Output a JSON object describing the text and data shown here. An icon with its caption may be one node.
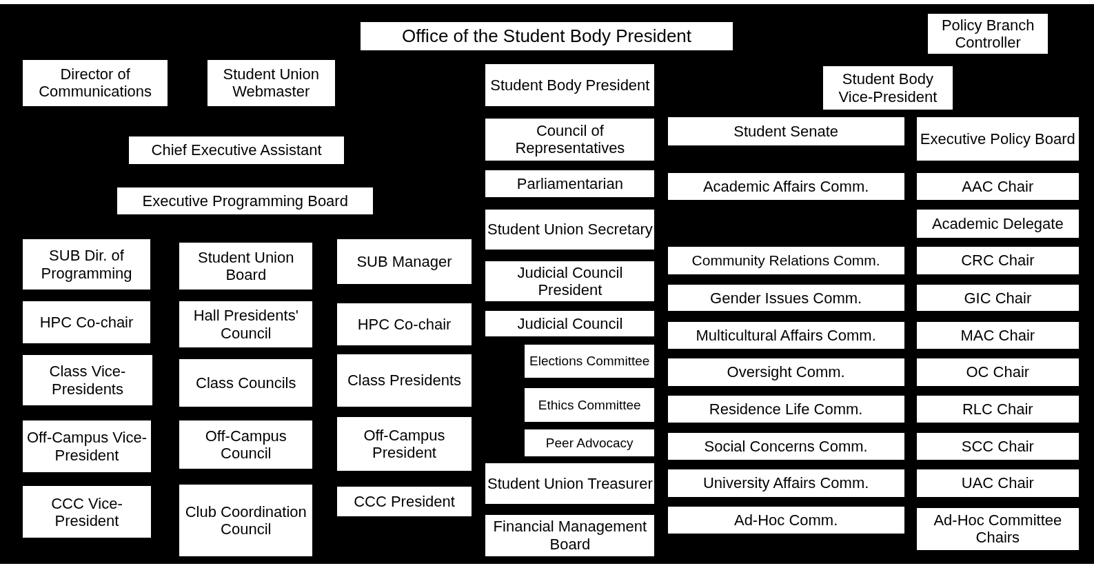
{
  "diagram": {
    "nodes": [
      {
        "text": [
          "Office of the Student Body President"
        ]
      },
      {
        "text": [
          "Policy Branch Controller"
        ]
      },
      {
        "text": [
          "Director of Communications"
        ]
      },
      {
        "text": [
          "Student Union Webmaster"
        ]
      },
      {
        "text": [
          "Student Body President"
        ]
      },
      {
        "text": [
          "Student Body Vice-President"
        ]
      },
      {
        "text": [
          "Chief Executive Assistant"
        ]
      },
      {
        "text": [
          "Council of Representatives"
        ]
      },
      {
        "text": [
          "Student Senate"
        ]
      },
      {
        "text": [
          "Executive Policy Board"
        ]
      },
      {
        "text": [
          "Parliamentarian"
        ]
      },
      {
        "text": [
          "Academic Affairs Comm."
        ]
      },
      {
        "text": [
          "AAC Chair"
        ]
      },
      {
        "text": [
          "Executive Programming Board"
        ]
      },
      {
        "text": [
          "Student Union Secretary"
        ]
      },
      {
        "text": [
          "Academic Delegate"
        ]
      },
      {
        "text": [
          "SUB Dir. of Programming"
        ]
      },
      {
        "text": [
          "Student Union Board"
        ]
      },
      {
        "text": [
          "SUB Manager"
        ]
      },
      {
        "text": [
          "Judicial Council President"
        ]
      },
      {
        "text": [
          "Community Relations Comm."
        ]
      },
      {
        "text": [
          "CRC Chair"
        ]
      },
      {
        "text": [
          "HPC Co-chair"
        ]
      },
      {
        "text": [
          "Hall Presidents' Council"
        ]
      },
      {
        "text": [
          "HPC Co-chair"
        ]
      },
      {
        "text": [
          "Judicial Council"
        ]
      },
      {
        "text": [
          "Gender Issues Comm."
        ]
      },
      {
        "text": [
          "GIC Chair"
        ]
      },
      {
        "text": [
          "Multicultural Affairs Comm."
        ]
      },
      {
        "text": [
          "MAC Chair"
        ]
      },
      {
        "text": [
          "Elections Committee"
        ]
      },
      {
        "text": [
          "Class Vice-Presidents"
        ]
      },
      {
        "text": [
          "Class Councils"
        ]
      },
      {
        "text": [
          "Class Presidents"
        ]
      },
      {
        "text": [
          "Oversight Comm."
        ]
      },
      {
        "text": [
          "OC Chair"
        ]
      },
      {
        "text": [
          "Ethics Committee"
        ]
      },
      {
        "text": [
          "Residence Life Comm."
        ]
      },
      {
        "text": [
          "RLC Chair"
        ]
      },
      {
        "text": [
          "Off-Campus Vice-President"
        ]
      },
      {
        "text": [
          "Off-Campus Council"
        ]
      },
      {
        "text": [
          "Off-Campus President"
        ]
      },
      {
        "text": [
          "Peer Advocacy"
        ]
      },
      {
        "text": [
          "Social Concerns Comm."
        ]
      },
      {
        "text": [
          "SCC Chair"
        ]
      },
      {
        "text": [
          "Student Union Treasurer"
        ]
      },
      {
        "text": [
          "University Affairs Comm."
        ]
      },
      {
        "text": [
          "UAC Chair"
        ]
      },
      {
        "text": [
          "CCC Vice-President"
        ]
      },
      {
        "text": [
          "Club Coordination Council"
        ]
      },
      {
        "text": [
          "CCC President"
        ]
      },
      {
        "text": [
          "Ad-Hoc Comm."
        ]
      },
      {
        "text": [
          "Ad-Hoc Committee Chairs"
        ]
      },
      {
        "text": [
          "Financial Management Board"
        ]
      }
    ]
  }
}
